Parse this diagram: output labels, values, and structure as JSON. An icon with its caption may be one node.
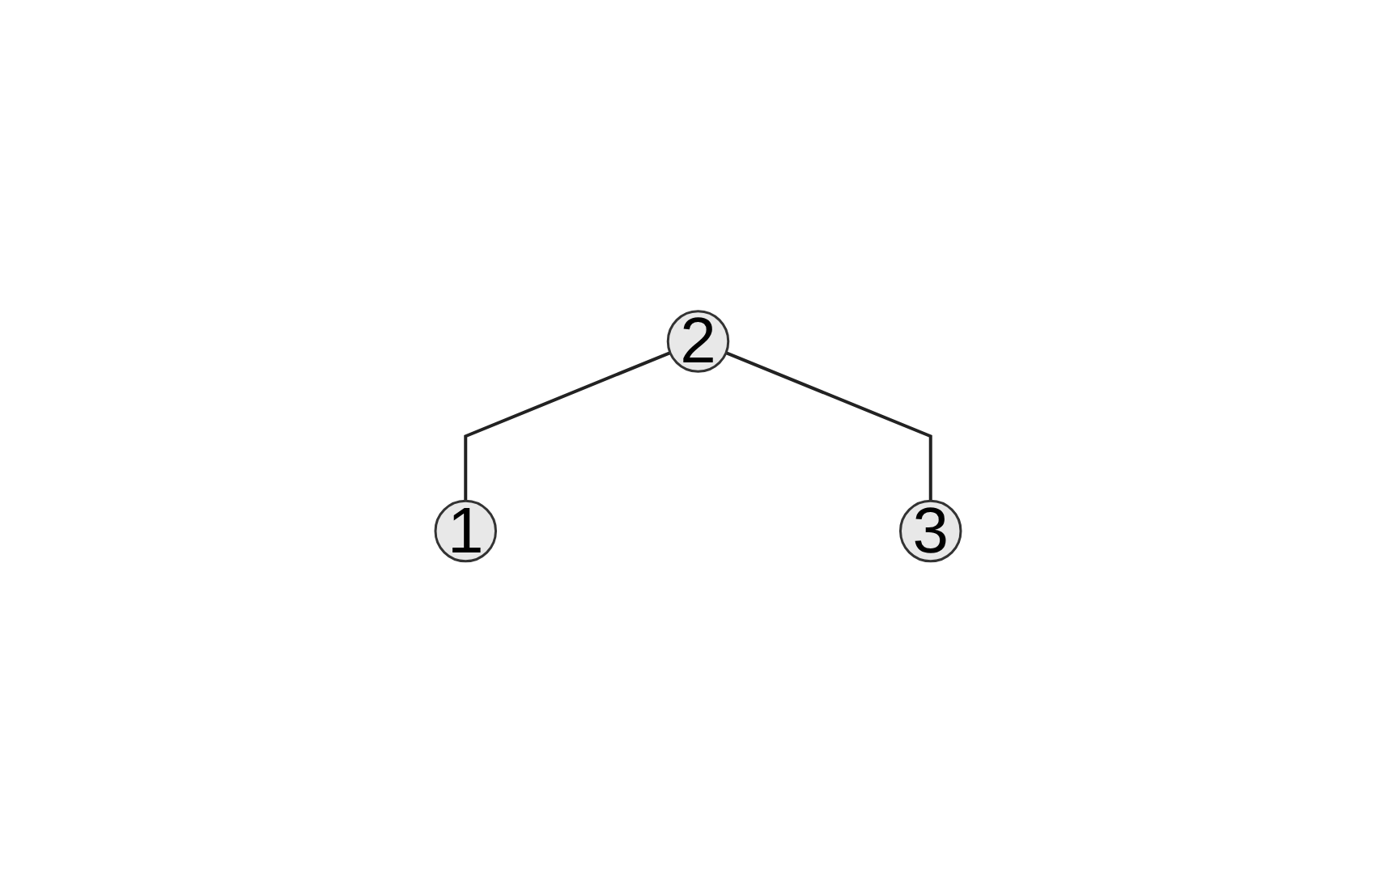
{
  "diagram": {
    "nodes": [
      {
        "text": [
          "2"
        ]
      },
      {
        "text": [
          "1"
        ]
      },
      {
        "text": [
          "3"
        ]
      }
    ],
    "edges": [
      {
        "from": 0,
        "to": 1,
        "arrow": "none"
      },
      {
        "from": 0,
        "to": 2,
        "arrow": "none"
      }
    ]
  }
}
